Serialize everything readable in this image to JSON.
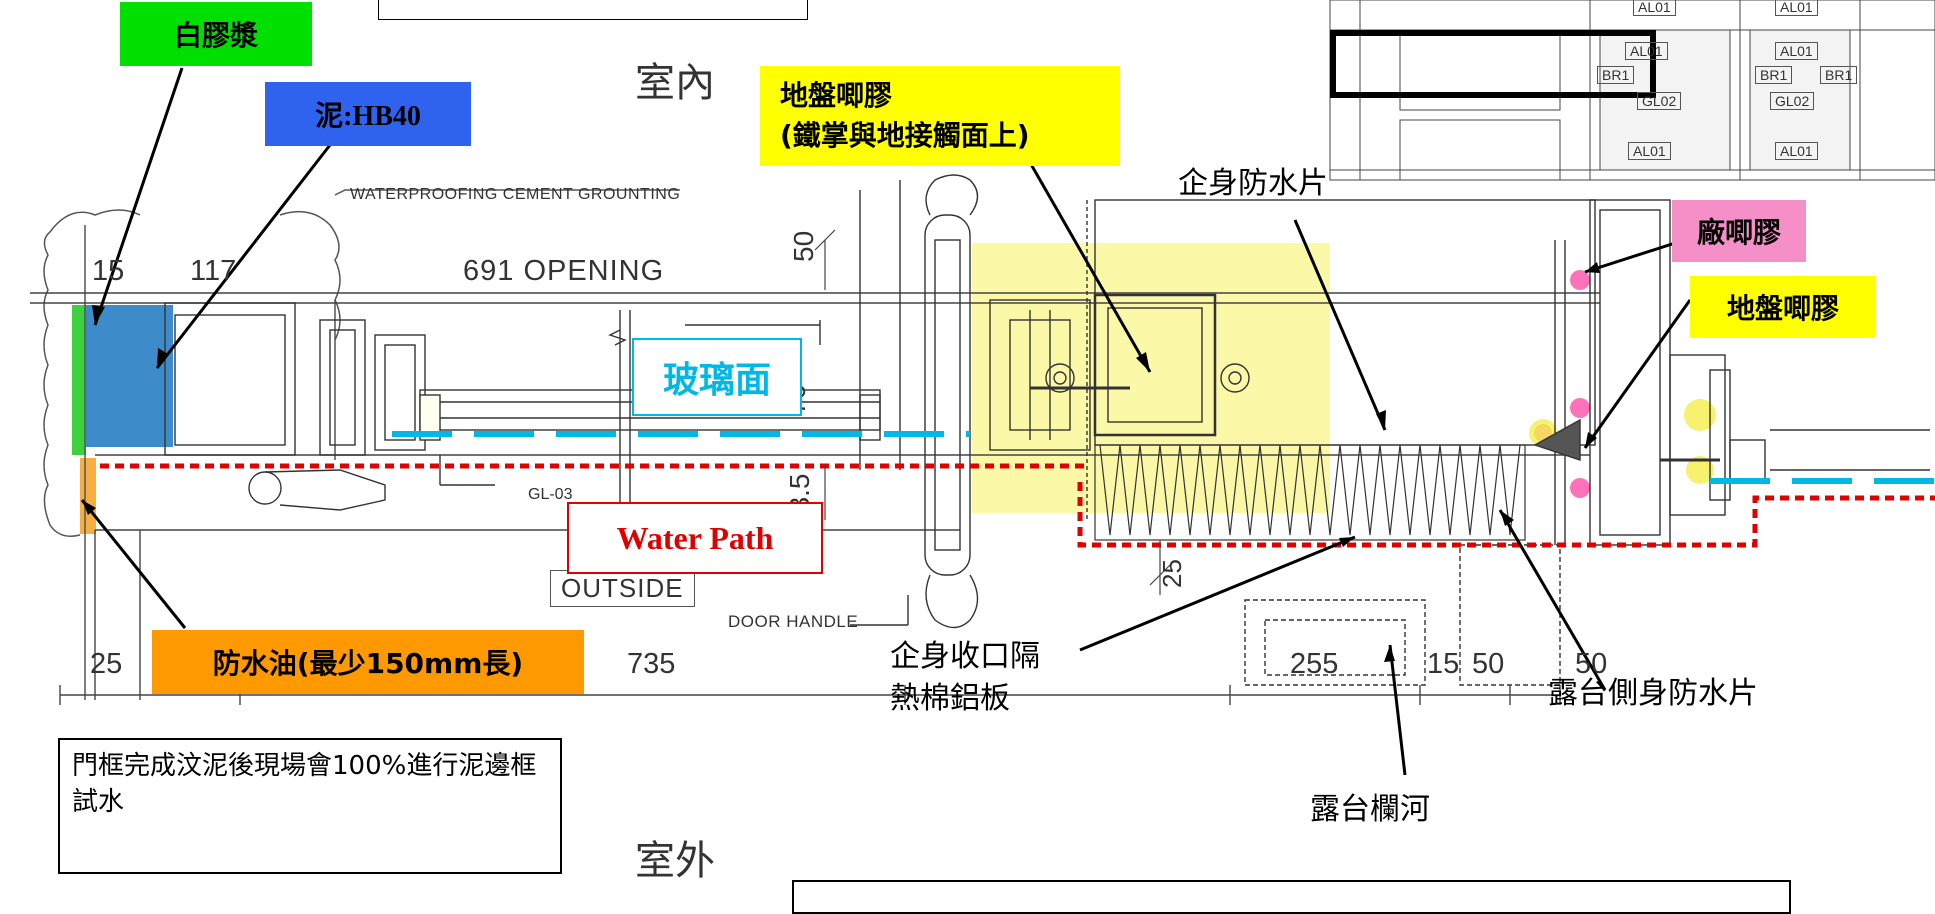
{
  "labels": {
    "white_grout": "白膠漿",
    "mortar_hb40": "泥:HB40",
    "ground_sealant": "地盤唧膠\n(鐵掌與地接觸面上)",
    "ground_sealant_right": "地盤唧膠",
    "factory_sealant": "廠唧膠",
    "glass_face": "玻璃面",
    "water_path": "Water Path",
    "waterproof_oil": "防水油(最少150mm長)",
    "upright_waterproof_sheet": "企身防水片",
    "upright_insulation_panel": "企身收口隔\n熱棉鋁板",
    "balcony_side_waterproof": "露台側身防水片",
    "balcony_railing": "露台欄河",
    "indoor": "室內",
    "outdoor": "室外"
  },
  "notes": {
    "test_note": "門框完成汶泥後現場會100%進行泥邊框試水"
  },
  "cad_text": {
    "waterproofing_cement": "WATERPROOFING CEMENT GROUNTING",
    "opening": "691  OPENING",
    "dim_15": "15",
    "dim_117": "117",
    "dim_50": "50",
    "dim_70": "70",
    "dim_43_5": "43.5",
    "dim_25_left": "25",
    "dim_735": "735",
    "dim_255": "255",
    "dim_15b": "15",
    "dim_50b": "50",
    "dim_50c": "50",
    "dim_25_vert": "25",
    "gl03": "GL-03",
    "outside": "OUTSIDE",
    "door_handle": "DOOR HANDLE",
    "al01": "AL01",
    "br1": "BR1",
    "gl02": "GL02"
  },
  "colors": {
    "green": "#00e000",
    "blue": "#2f62ee",
    "yellow": "#ffff00",
    "pink": "#f48fc8",
    "orange": "#ff9900",
    "red": "#e00000",
    "cyan": "#00b8e6"
  }
}
